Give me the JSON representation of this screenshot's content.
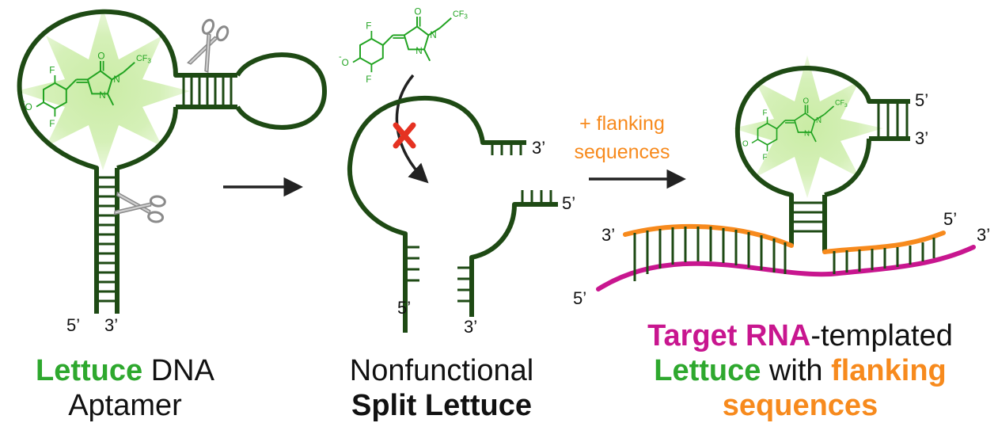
{
  "colors": {
    "strand": "#1e4a14",
    "glow": "#c7eba0",
    "fluorophore": "#21a321",
    "lettuce": "#2ea82e",
    "flank": "#f78a1d",
    "target": "#c8168f",
    "arrow": "#222222",
    "cross": "#e53222",
    "scissors": "#8a8a8a"
  },
  "icons": [
    "scissors-icon",
    "scissors-icon",
    "cross-mark-icon"
  ],
  "fluorophore_labels": {
    "fluorine": "F",
    "oxygen": "O",
    "oxygen_charge": "-",
    "nitrogen": "N",
    "carbonyl": "O",
    "cf3": "CF",
    "cf3_sub": "3"
  },
  "panel1": {
    "ends": {
      "five": "5’",
      "three": "3’"
    },
    "caption": {
      "line1_green": "Lettuce",
      "line1_black": " DNA",
      "line2": "Aptamer"
    }
  },
  "panel2": {
    "ends": {
      "three_top": "3’",
      "five_right": "5’",
      "five_bottom": "5’",
      "three_bottom": "3’"
    },
    "caption": {
      "line1": "Nonfunctional",
      "line2": "Split Lettuce"
    }
  },
  "arrow2_label": {
    "line1": "+ flanking",
    "line2": "sequences"
  },
  "panel3": {
    "ends": {
      "hp_five": "5’",
      "hp_three": "3’",
      "flank_left_three": "3’",
      "flank_right_five": "5’",
      "target_five": "5’",
      "target_three": "3’"
    },
    "caption": {
      "line1_magenta": "Target RNA",
      "line1_black": "-templated",
      "line2_green": "Lettuce",
      "line2_black": " with ",
      "line2_orange": "flanking",
      "line3_orange": "sequences"
    }
  }
}
